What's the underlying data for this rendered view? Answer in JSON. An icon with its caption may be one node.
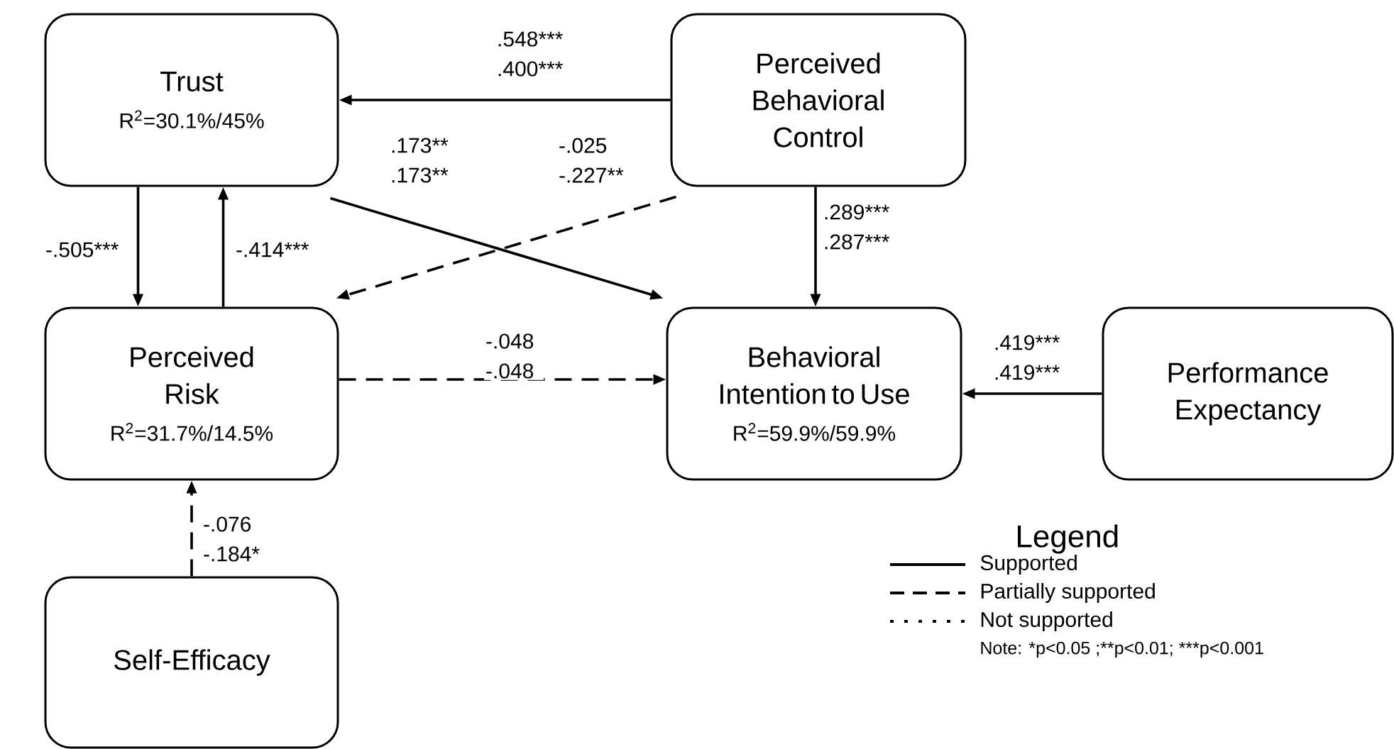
{
  "diagram": {
    "nodes": [
      {
        "text": [
          "Trust",
          "R$^{2}$=30.1%/45%"
        ]
      },
      {
        "text": [
          "Perceived Behavioral Control"
        ]
      },
      {
        "text": [
          "Perceived Risk",
          "R$^{2}$=31.7%/14.5%"
        ]
      },
      {
        "text": [
          "Behavioral Intention to Use",
          "R$^{2}$=59.9%/59.9%"
        ]
      },
      {
        "text": [
          "Performance Expectancy"
        ]
      },
      {
        "text": [
          "Self-Efficacy"
        ]
      }
    ],
    "edges": [
      {
        "from": 1,
        "to": 0,
        "arrow": "to",
        "label": ".548*** .400***"
      },
      {
        "from": 0,
        "to": 3,
        "arrow": "to",
        "label": ".173** .173**"
      },
      {
        "from": 1,
        "to": 2,
        "arrow": "to",
        "label": "-.025 -.227**",
        "style": "dashed"
      },
      {
        "from": 0,
        "to": 2,
        "arrow": "to",
        "label": "-.505***"
      },
      {
        "from": 2,
        "to": 0,
        "arrow": "to",
        "label": "-.414***"
      },
      {
        "from": 2,
        "to": 3,
        "arrow": "to",
        "label": "-.048 -.048",
        "style": "dashed"
      },
      {
        "from": 1,
        "to": 3,
        "arrow": "to",
        "label": ".289*** .287***"
      },
      {
        "from": 4,
        "to": 3,
        "arrow": "to",
        "label": ".419*** .419***"
      },
      {
        "from": 5,
        "to": 2,
        "arrow": "to",
        "label": "-.076 -.184*",
        "style": "dashed"
      }
    ],
    "labels": [
      "Legend",
      "Note: *p<0.05 ;**p<0.01; ***p<0.001"
    ],
    "legend": [
      {
        "text": "Supported"
      },
      {
        "text": "Partially supported"
      },
      {
        "text": "Not supported"
      }
    ]
  }
}
